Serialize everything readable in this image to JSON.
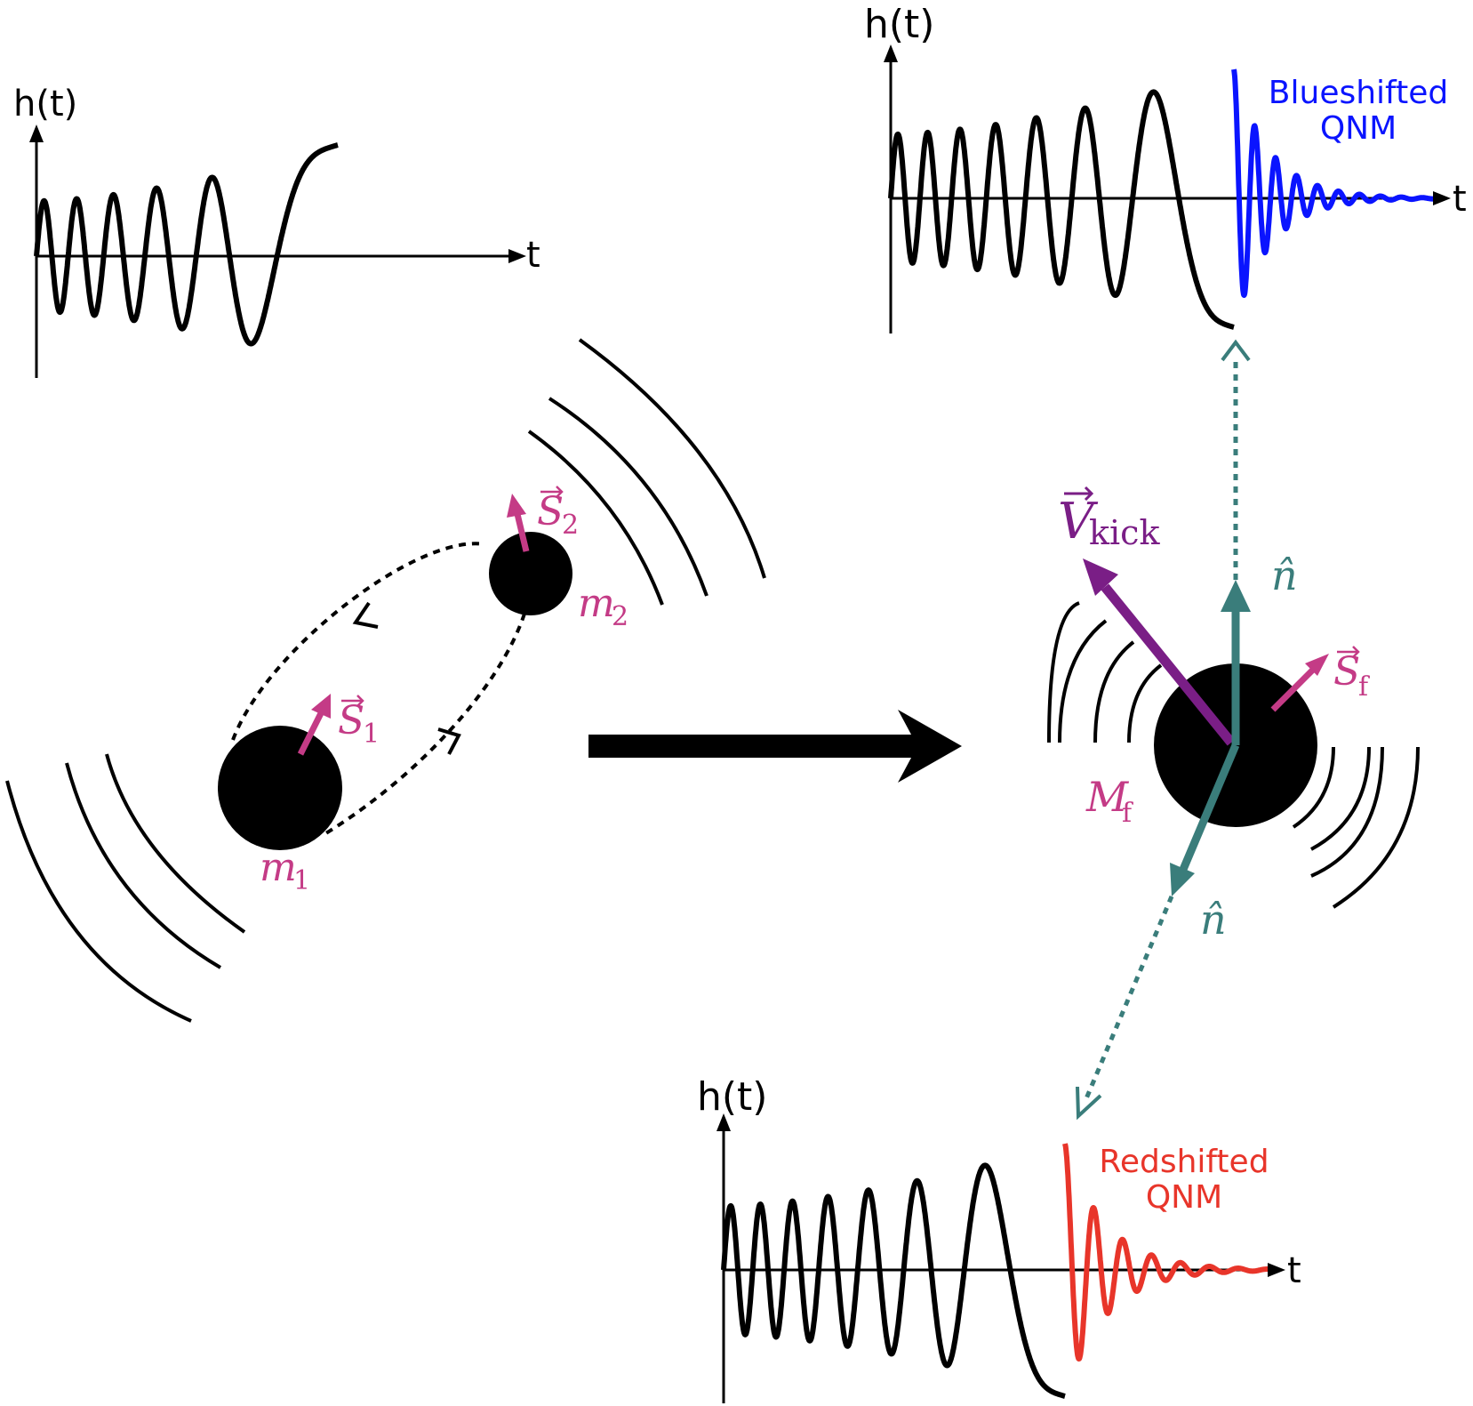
{
  "colors": {
    "ink": "#000000",
    "magenta": "#c43b86",
    "teal": "#3a7d7b",
    "purple": "#7a1e86",
    "blue": "#0a14ff",
    "red": "#e8352a"
  },
  "panel_inspiral": {
    "y_label": "h(t)",
    "x_label": "t"
  },
  "panel_blueshift": {
    "y_label": "h(t)",
    "x_label": "t",
    "annotation_line1": "Blueshifted",
    "annotation_line2": "QNM"
  },
  "panel_redshift": {
    "y_label": "h(t)",
    "x_label": "t",
    "annotation_line1": "Redshifted",
    "annotation_line2": "QNM"
  },
  "binary": {
    "bh1_mass": "m",
    "bh1_mass_sub": "1",
    "bh2_mass": "m",
    "bh2_mass_sub": "2",
    "spin1": "S",
    "spin1_sub": "1",
    "spin2": "S",
    "spin2_sub": "2"
  },
  "remnant": {
    "mass": "M",
    "mass_sub": "f",
    "spin": "S",
    "spin_sub": "f",
    "kick": "V",
    "kick_sub": "kick",
    "n_up": "n̂",
    "n_down": "n̂"
  }
}
